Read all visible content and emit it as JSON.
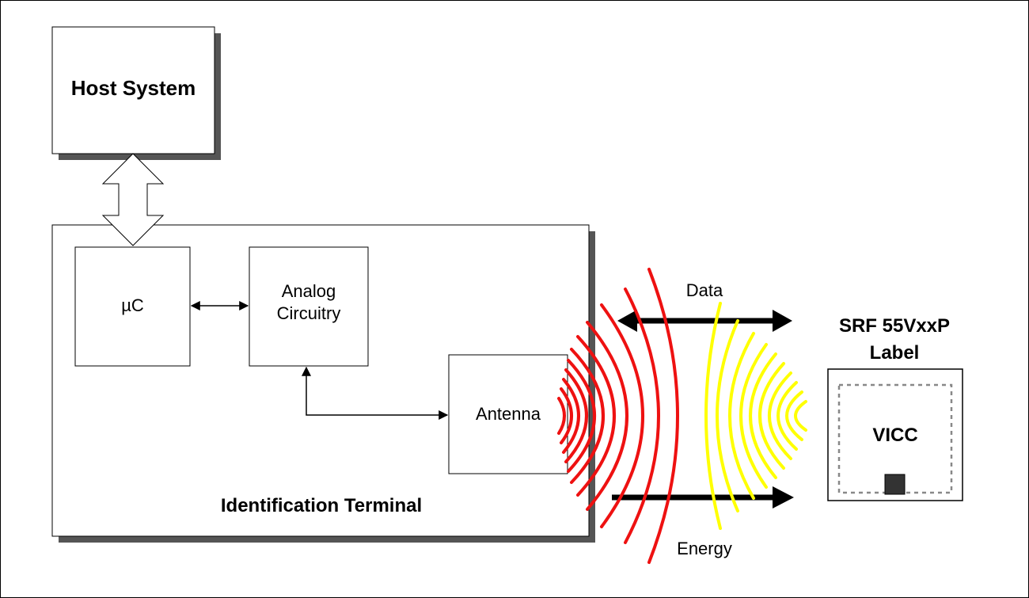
{
  "diagram": {
    "host_system": "Host System",
    "uc": "µC",
    "analog_circuitry_line1": "Analog",
    "analog_circuitry_line2": "Circuitry",
    "antenna": "Antenna",
    "terminal": "Identification Terminal",
    "data": "Data",
    "energy": "Energy",
    "label_line1": "SRF 55VxxP",
    "label_line2": "Label",
    "vicc": "VICC"
  },
  "colors": {
    "field_red": "#ee1111",
    "field_yellow": "#ffff00",
    "shadow": "#555555",
    "chip": "#333333",
    "dashed": "#888888"
  }
}
